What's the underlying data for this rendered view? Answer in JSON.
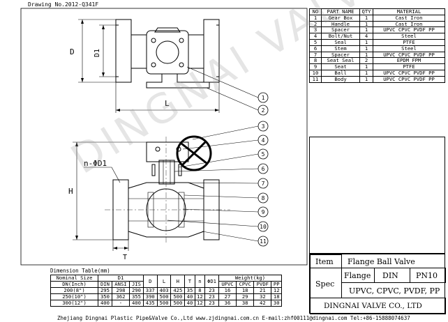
{
  "drawing_no": "Drawing No.2012-Q341F",
  "watermark": "DINGNAI VALVE",
  "parts_header": {
    "no": "NO",
    "name": "PART NAME",
    "qty": "QTY",
    "material": "MATERIAL"
  },
  "parts": [
    {
      "no": "1",
      "name": "Gear Box",
      "qty": "1",
      "material": "Cast Iron"
    },
    {
      "no": "2",
      "name": "Handle",
      "qty": "1",
      "material": "Cast Iron"
    },
    {
      "no": "3",
      "name": "Spacer",
      "qty": "1",
      "material": "UPVC CPVC PVDF PP"
    },
    {
      "no": "4",
      "name": "Bolt/Nut",
      "qty": "4",
      "material": "Steel"
    },
    {
      "no": "5",
      "name": "Seal",
      "qty": "1",
      "material": "PTFE"
    },
    {
      "no": "6",
      "name": "Stem",
      "qty": "1",
      "material": "Steel"
    },
    {
      "no": "7",
      "name": "Spacer",
      "qty": "1",
      "material": "UPVC CPVC PVDF PP"
    },
    {
      "no": "8",
      "name": "Seat Seal",
      "qty": "2",
      "material": "EPDM FPM"
    },
    {
      "no": "9",
      "name": "Seat",
      "qty": "1",
      "material": "PTFE"
    },
    {
      "no": "10",
      "name": "Ball",
      "qty": "1",
      "material": "UPVC CPVC PVDF PP"
    },
    {
      "no": "11",
      "name": "Body",
      "qty": "1",
      "material": "UPVC CPVC PVDF PP"
    }
  ],
  "labels": {
    "D": "D",
    "D1": "D1",
    "L": "L",
    "H": "H",
    "T": "T",
    "nphi": "n-ΦD1",
    "callouts": [
      "1",
      "2",
      "3",
      "4",
      "5",
      "6",
      "7",
      "8",
      "9",
      "10",
      "11"
    ]
  },
  "dim_table": {
    "caption": "Dimension Table(mm)",
    "h_nominal": "Nominal Size",
    "h_dn": "DN(Inch)",
    "h_d1": "D1",
    "h_din": "DIN",
    "h_ansi": "ANSI",
    "h_jis": "JIS",
    "h_D": "D",
    "h_L": "L",
    "h_H": "H",
    "h_T": "T",
    "h_n": "n",
    "h_phi": "ΦD1",
    "h_weight": "Weight(kg)",
    "h_upvc": "UPVC",
    "h_cpvc": "CPVC",
    "h_pvdf": "PVDF",
    "h_pp": "PP",
    "rows": [
      [
        "200(8\")",
        "295",
        "298",
        "290",
        "337",
        "403",
        "425",
        "35",
        "8",
        "23",
        "16",
        "18",
        "21",
        "12"
      ],
      [
        "250(10\")",
        "350",
        "362",
        "355",
        "390",
        "500",
        "500",
        "40",
        "12",
        "23",
        "27",
        "29",
        "32",
        "18"
      ],
      [
        "300(12\")",
        "400",
        "-",
        "400",
        "435",
        "500",
        "500",
        "40",
        "12",
        "23",
        "36",
        "38",
        "42",
        "30"
      ]
    ]
  },
  "title_block": {
    "item_label": "Item",
    "item_value": "Flange Ball Valve",
    "spec_label": "Spec",
    "flange_label": "Flange",
    "flange_std": "DIN",
    "pressure": "PN10",
    "materials": "UPVC, CPVC, PVDF, PP",
    "company": "DINGNAI VALVE CO., LTD"
  },
  "footer": "Zhejiang Dingnai Plastic Pipe&Valve Co.,Ltd    www.zjdingnai.com.cn    E-mail:zhf00111@dingnai.com    Tel:+86-15888074637"
}
